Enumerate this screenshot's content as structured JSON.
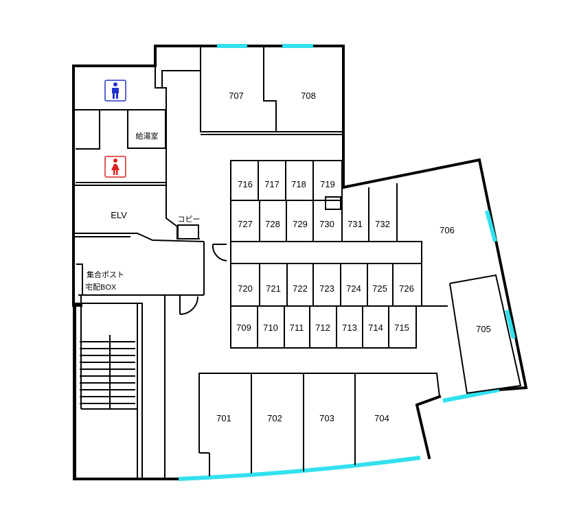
{
  "labels": {
    "r701": "701",
    "r702": "702",
    "r703": "703",
    "r704": "704",
    "r705": "705",
    "r706": "706",
    "r707": "707",
    "r708": "708",
    "r709": "709",
    "r710": "710",
    "r711": "711",
    "r712": "712",
    "r713": "713",
    "r714": "714",
    "r715": "715",
    "r716": "716",
    "r717": "717",
    "r718": "718",
    "r719": "719",
    "r720": "720",
    "r721": "721",
    "r722": "722",
    "r723": "723",
    "r724": "724",
    "r725": "725",
    "r726": "726",
    "r727": "727",
    "r728": "728",
    "r729": "729",
    "r730": "730",
    "r731": "731",
    "r732": "732",
    "elv": "ELV",
    "kitchenette": "給湯室",
    "copy": "コピー",
    "mailbox_line1": "集合ポスト",
    "mailbox_line2": "宅配BOX"
  },
  "icons": {
    "mens_restroom": "male-restroom-icon",
    "womens_restroom": "female-restroom-icon"
  },
  "colors": {
    "wall": "#000000",
    "window": "#33e0ee",
    "mens_icon": "#2233cc",
    "womens_icon": "#e02020"
  }
}
